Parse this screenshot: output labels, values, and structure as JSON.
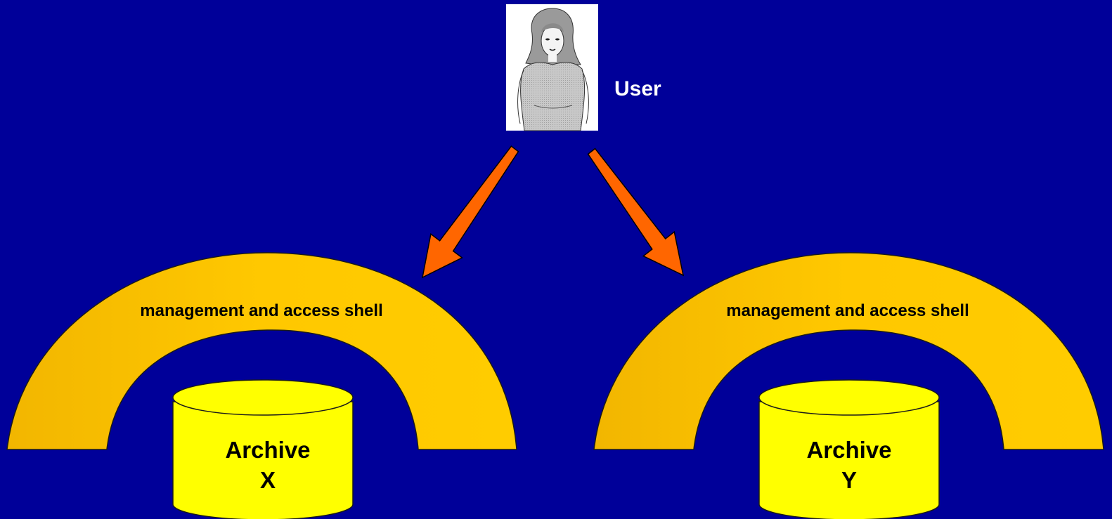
{
  "user": {
    "label": "User"
  },
  "shells": [
    {
      "label": "management and access shell"
    },
    {
      "label": "management and access shell"
    }
  ],
  "archives": [
    {
      "line1": "Archive",
      "line2": "X"
    },
    {
      "line1": "Archive",
      "line2": "Y"
    }
  ],
  "colors": {
    "background": "#000099",
    "shell": "#ffcc00",
    "archive": "#ffff00",
    "arrow": "#ff6600",
    "user_label": "#ffffff",
    "text": "#000000"
  },
  "icons": {
    "user": "woman-portrait-icon",
    "arrow": "arrow-down-icon",
    "archive": "database-cylinder-icon"
  }
}
